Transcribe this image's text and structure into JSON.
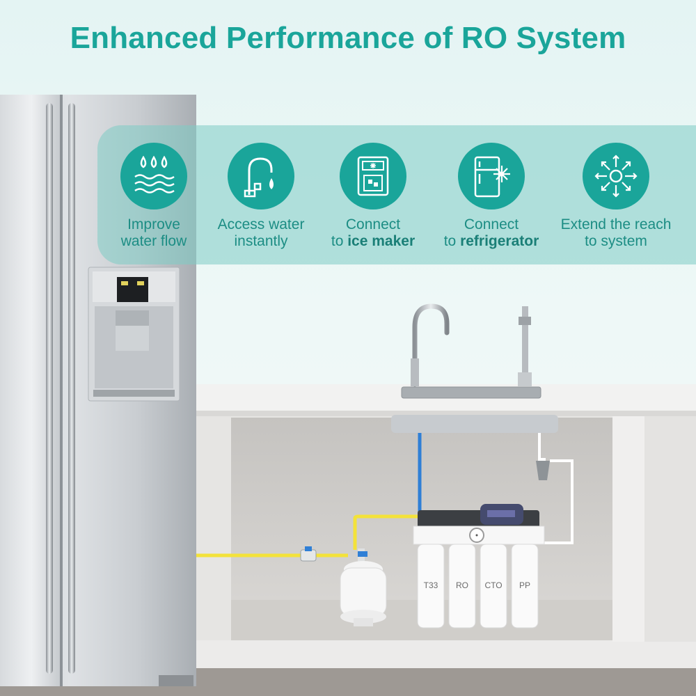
{
  "headline": "Enhanced Performance of RO System",
  "colors": {
    "accent": "#1aa59a",
    "band": "#7dccc5",
    "supply_line": "#f3e23a",
    "cold_line": "#2f7fd6"
  },
  "features": [
    {
      "icon": "water-waves-icon",
      "line1": "Improve",
      "line2": "water flow"
    },
    {
      "icon": "faucet-drop-icon",
      "line1": "Access water",
      "line2": "instantly"
    },
    {
      "icon": "ice-maker-icon",
      "line1": "Connect",
      "line2_prefix": "to ",
      "line2_bold": "ice maker"
    },
    {
      "icon": "refrigerator-snowflake-icon",
      "line1": "Connect",
      "line2_prefix": "to ",
      "line2_bold": "refrigerator"
    },
    {
      "icon": "arrows-outward-icon",
      "line1": "Extend the reach",
      "line2": "to system"
    }
  ],
  "filters": [
    "T33",
    "RO",
    "CTO",
    "PP"
  ]
}
